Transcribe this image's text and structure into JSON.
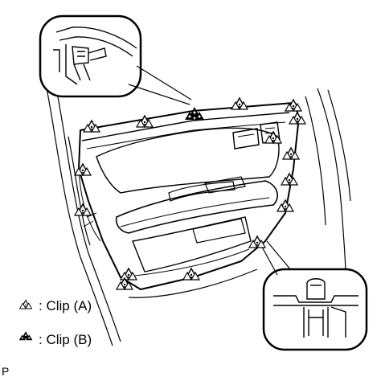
{
  "legend": [
    {
      "symbol_icon": "clip-a-triangle-icon",
      "label": "Clip (A)"
    },
    {
      "symbol_icon": "clip-b-triangle-icon",
      "label": "Clip (B)"
    }
  ],
  "figure_code": "P",
  "callouts": [
    {
      "icon": "top-retainer-detail-icon"
    },
    {
      "icon": "clip-detail-icon"
    }
  ]
}
